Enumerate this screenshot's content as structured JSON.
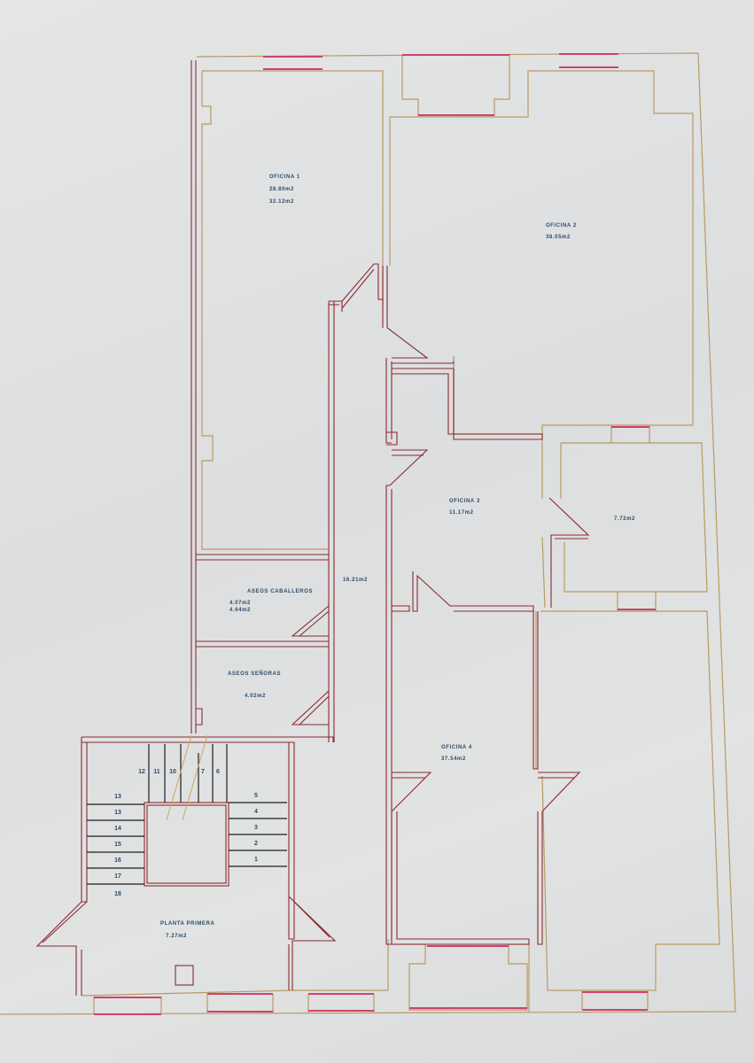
{
  "plan": {
    "floor_label": "PLANTA PRIMERA",
    "colors": {
      "paper": "#dfe1e2",
      "wall_interior": "#8a2a32",
      "wall_outline": "#b99a62",
      "window": "#d0416f",
      "text": "#2c4b6a",
      "stair_line": "#1e1e1e",
      "diagonal_marker": "#c9a85a"
    },
    "rooms": [
      {
        "id": "oficina-1",
        "name": "OFICINA 1",
        "areas": [
          "28.80m2",
          "32.12m2"
        ]
      },
      {
        "id": "oficina-2",
        "name": "OFICINA 2",
        "areas": [
          "38.05m2"
        ]
      },
      {
        "id": "pasillo",
        "name": "",
        "areas": [
          "16.21m2"
        ]
      },
      {
        "id": "aseos-caballeros",
        "name": "ASEOS CABALLEROS",
        "areas": [
          "4.07m2",
          "4.64m2"
        ]
      },
      {
        "id": "aseos-senoras",
        "name": "ASEOS SEÑORAS",
        "areas": [
          "4.02m2"
        ]
      },
      {
        "id": "oficina-3",
        "name": "OFICINA 3",
        "areas": [
          "11.17m2"
        ]
      },
      {
        "id": "despacho",
        "name": "",
        "areas": [
          "7.72m2"
        ]
      },
      {
        "id": "oficina-4",
        "name": "OFICINA 4",
        "areas": [
          "37.54m2"
        ]
      },
      {
        "id": "planta-primera",
        "name": "PLANTA PRIMERA",
        "areas": [
          "7.27m2"
        ]
      }
    ],
    "stairs": {
      "top_steps": [
        "12",
        "11",
        "10",
        "7",
        "6"
      ],
      "left_steps": [
        "13",
        "13",
        "14",
        "15",
        "16",
        "17",
        "18"
      ],
      "right_steps": [
        "5",
        "4",
        "3",
        "2",
        "1"
      ]
    }
  }
}
